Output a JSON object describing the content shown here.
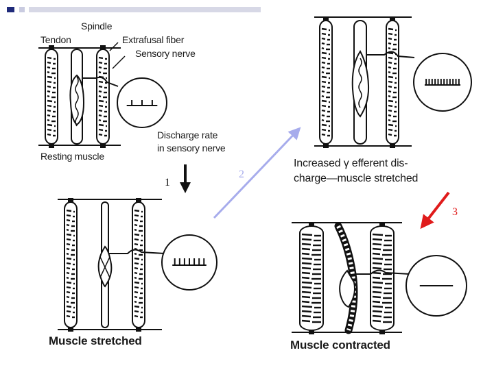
{
  "header": {
    "bar_colors": [
      "#1f2a7a",
      "#c9cbe0",
      "#d7d8e6"
    ]
  },
  "panels": {
    "resting": {
      "title": "Resting muscle",
      "labels": {
        "spindle": "Spindle",
        "tendon": "Tendon",
        "extrafusal": "Extrafusal fiber",
        "sensory": "Sensory nerve",
        "discharge_line1": "Discharge rate",
        "discharge_line2": "in sensory nerve"
      }
    },
    "stretched": {
      "title": "Muscle stretched"
    },
    "gamma": {
      "title_line1": "Increased γ efferent dis-",
      "title_line2": "charge—muscle stretched"
    },
    "contracted": {
      "title": "Muscle contracted"
    }
  },
  "steps": [
    {
      "label": "1",
      "color": "#111111"
    },
    {
      "label": "2",
      "color": "#a7acec"
    },
    {
      "label": "3",
      "color": "#e01b1b"
    }
  ]
}
